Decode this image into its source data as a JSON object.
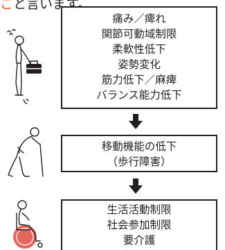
{
  "heading": {
    "accent_text": "こ",
    "rest_text": "と言います。"
  },
  "colors": {
    "accent": "#e85a1a",
    "line": "#231f20",
    "wheelchair": "#e3675f"
  },
  "boxes": {
    "impairments": {
      "lines": [
        "痛み／痺れ",
        "関節可動域制限",
        "柔軟性低下",
        "姿勢変化",
        "筋力低下／麻痺",
        "バランス能力低下"
      ]
    },
    "mobility": {
      "lines": [
        "移動機能の低下",
        "（歩行障害）"
      ]
    },
    "participation": {
      "lines": [
        "生活活動制限",
        "社会参加制限",
        "要介護"
      ]
    }
  },
  "icons": [
    "person-lifting-bag-icon",
    "person-with-cane-icon",
    "person-in-wheelchair-icon",
    "down-arrow-icon"
  ]
}
